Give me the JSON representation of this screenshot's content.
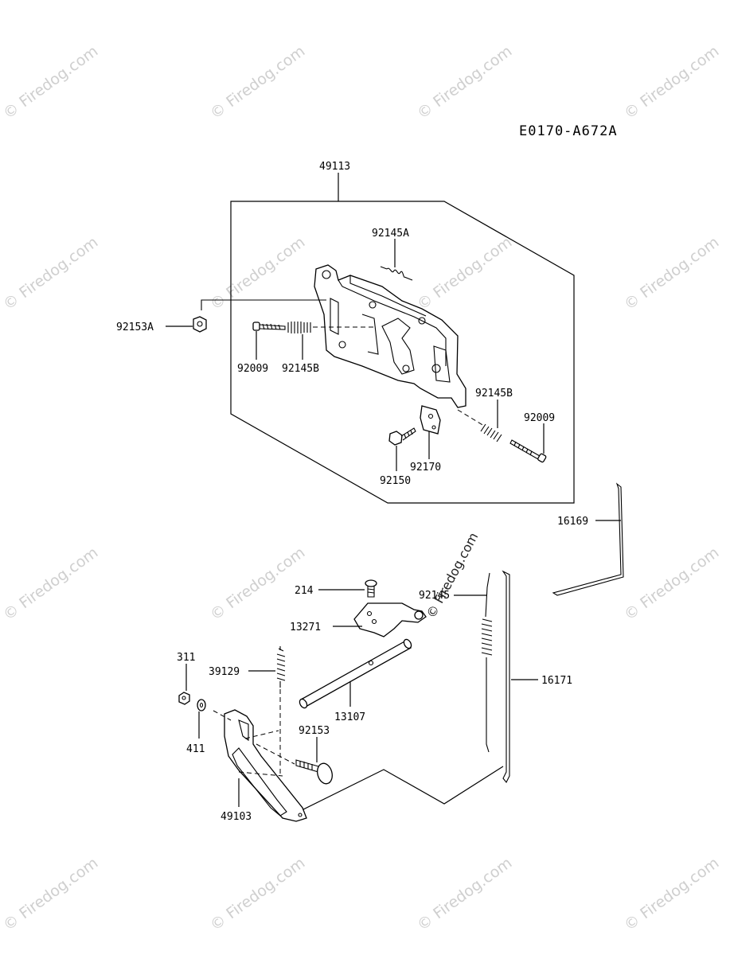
{
  "diagram_code": "E0170-A672A",
  "watermark": "© Firedog.com",
  "labels": {
    "p49113": "49113",
    "p92145A": "92145A",
    "p92153A": "92153A",
    "p92009a": "92009",
    "p92145Ba": "92145B",
    "p92145Bb": "92145B",
    "p92009b": "92009",
    "p92170": "92170",
    "p92150": "92150",
    "p16169": "16169",
    "p214": "214",
    "p92145": "92145",
    "p13271": "13271",
    "p311": "311",
    "p39129": "39129",
    "p13107": "13107",
    "p16171": "16171",
    "p92153": "92153",
    "p411": "411",
    "p49103": "49103"
  }
}
